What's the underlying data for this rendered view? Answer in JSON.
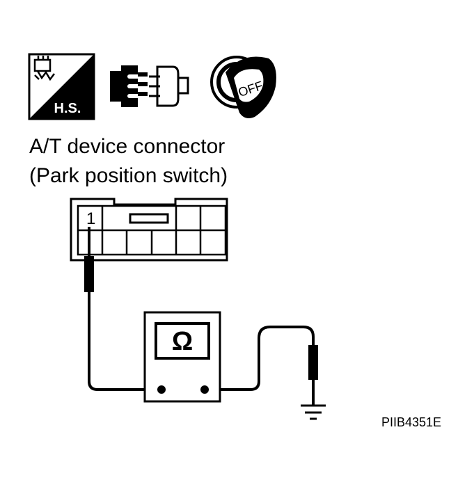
{
  "icons": {
    "harness_badge": "H.S.",
    "ignition_key_label": "OFF",
    "symbols": [
      "harness-sign-icon",
      "connector-disconnect-icon",
      "ignition-off-icon"
    ]
  },
  "title": {
    "line1": "A/T device connector",
    "line2": "(Park position switch)"
  },
  "connector": {
    "terminal_label": "1"
  },
  "meter": {
    "unit_symbol": "Ω"
  },
  "figure_code": "PIIB4351E"
}
